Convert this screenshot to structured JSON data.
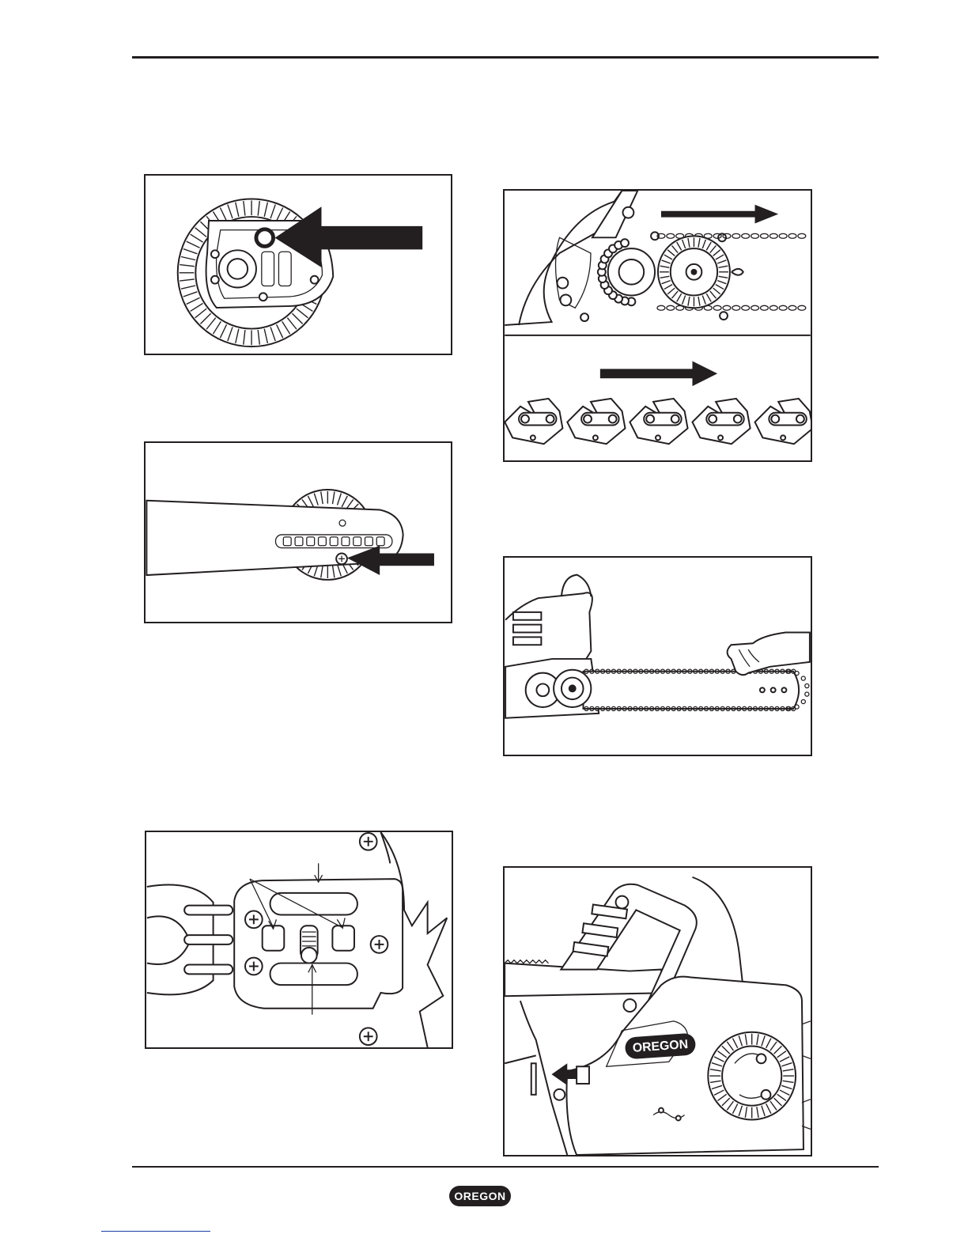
{
  "page": {
    "figures": [
      {
        "id": "fig1",
        "icon": "sprocket-cover-alignment-hole"
      },
      {
        "id": "fig2",
        "icon": "guide-bar-adjuster-hole"
      },
      {
        "id": "fig3",
        "icon": "bar-mount-studs-adjuster"
      },
      {
        "id": "fig4",
        "icon": "chain-direction-on-sprocket"
      },
      {
        "id": "fig5",
        "icon": "checking-chain-tension"
      },
      {
        "id": "fig6",
        "icon": "chain-brake-release"
      }
    ]
  },
  "footer": {
    "logo_text": "OREGON"
  },
  "fig6": {
    "cover_brand": "OREGON"
  }
}
